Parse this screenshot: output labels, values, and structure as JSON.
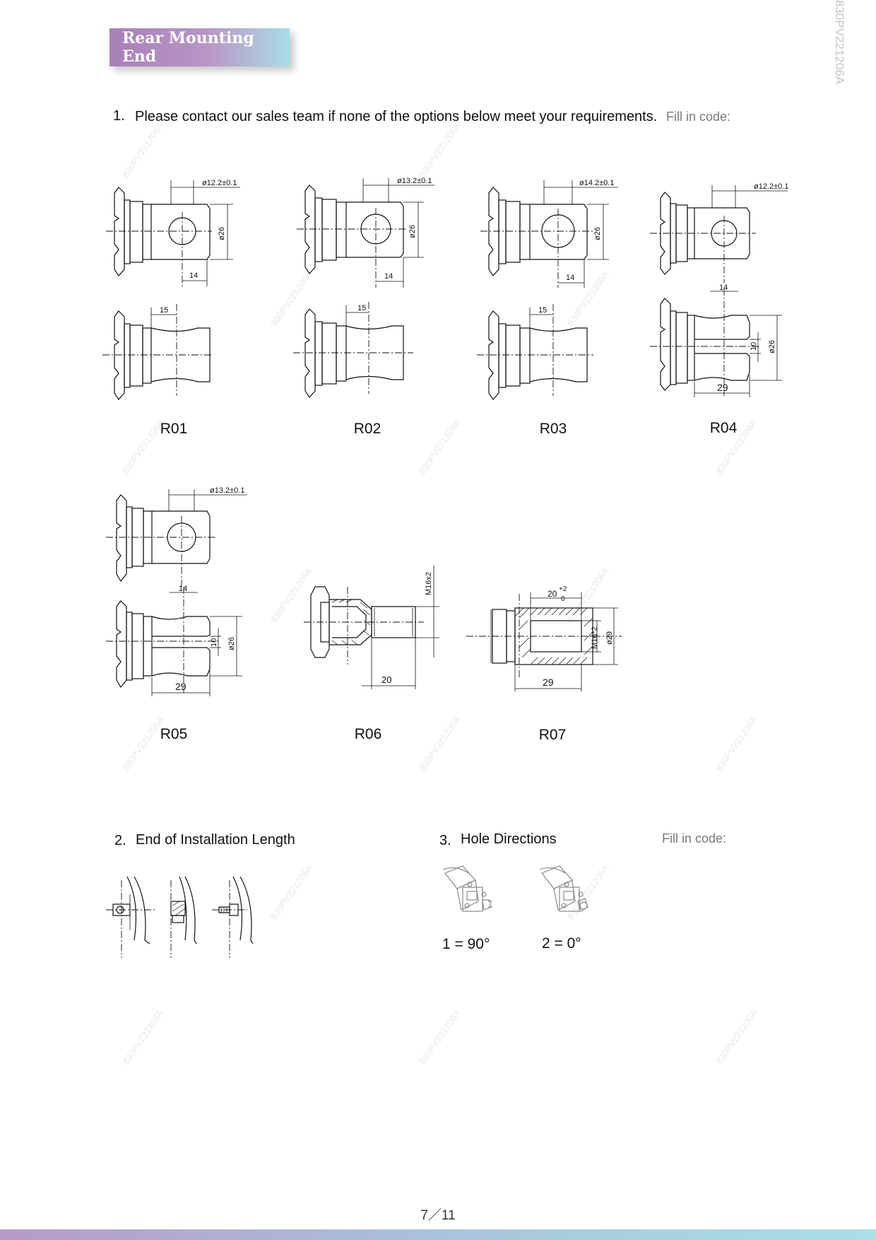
{
  "header": {
    "title": "Rear Mounting End"
  },
  "doc_code": "830PV221206A",
  "section1": {
    "number": "1.",
    "text": "Please contact our sales team if none of the options below meet your requirements.",
    "fill_label": "Fill in code:"
  },
  "options": [
    {
      "code": "R01",
      "dims": {
        "bore": "ø12.2±0.1",
        "dia": "ø26",
        "len": "14",
        "neck": "15"
      }
    },
    {
      "code": "R02",
      "dims": {
        "bore": "ø13.2±0.1",
        "dia": "ø26",
        "len": "14",
        "neck": "15"
      }
    },
    {
      "code": "R03",
      "dims": {
        "bore": "ø14.2±0.1",
        "dia": "ø26",
        "len": "14",
        "neck": "15"
      }
    },
    {
      "code": "R04",
      "dims": {
        "bore": "ø12.2±0.1",
        "len": "14",
        "slot": "10",
        "dia": "ø26",
        "total": "29"
      }
    },
    {
      "code": "R05",
      "dims": {
        "bore": "ø13.2±0.1",
        "len": "14",
        "slot": "10",
        "dia": "ø26",
        "total": "29"
      }
    },
    {
      "code": "R06",
      "dims": {
        "thread": "M16x2",
        "len": "20"
      }
    },
    {
      "code": "R07",
      "dims": {
        "depth": "20",
        "tol_plus": "+2",
        "tol_minus": "0",
        "thread": "M16*2",
        "dia": "ø29",
        "total": "29"
      }
    }
  ],
  "section2": {
    "number": "2.",
    "text": "End of Installation Length"
  },
  "section3": {
    "number": "3.",
    "text": "Hole Directions",
    "fill_label": "Fill in code:"
  },
  "directions": [
    {
      "label": "1 = 90°"
    },
    {
      "label": "2 = 0°"
    }
  ],
  "footer": {
    "page": "7／11"
  },
  "watermark": "830PV221206A"
}
